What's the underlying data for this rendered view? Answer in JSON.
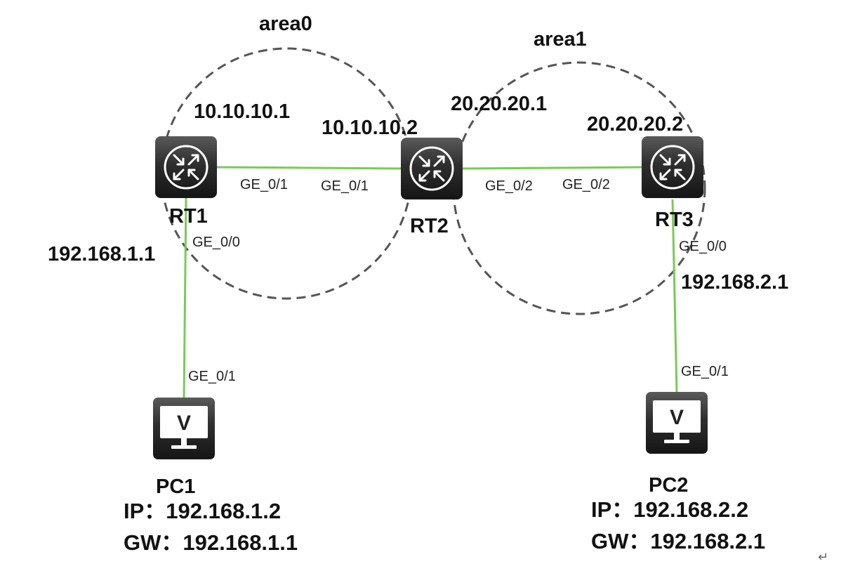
{
  "areas": {
    "area0": "area0",
    "area1": "area1"
  },
  "devices": {
    "rt1": {
      "name": "RT1",
      "icon": "router-icon"
    },
    "rt2": {
      "name": "RT2",
      "icon": "router-icon"
    },
    "rt3": {
      "name": "RT3",
      "icon": "router-icon"
    },
    "pc1": {
      "name": "PC1",
      "icon": "pc-monitor-icon",
      "screen_letter": "V",
      "ip": "IP：192.168.1.2",
      "gw": "GW：192.168.1.1"
    },
    "pc2": {
      "name": "PC2",
      "icon": "pc-monitor-icon",
      "screen_letter": "V",
      "ip": "IP：192.168.2.2",
      "gw": "GW：192.168.2.1"
    }
  },
  "addresses": {
    "rt1_to_rt2": "10.10.10.1",
    "rt2_to_rt1": "10.10.10.2",
    "rt2_to_rt3": "20.20.20.1",
    "rt3_to_rt2": "20.20.20.2",
    "rt1_lan": "192.168.1.1",
    "rt3_lan": "192.168.2.1"
  },
  "ports": {
    "rt1_to_rt2": "GE_0/1",
    "rt2_to_rt1": "GE_0/1",
    "rt2_to_rt3": "GE_0/2",
    "rt3_to_rt2": "GE_0/2",
    "rt1_lan": "GE_0/0",
    "rt3_lan": "GE_0/0",
    "pc1": "GE_0/1",
    "pc2": "GE_0/1"
  },
  "misc": {
    "return_mark": "↵"
  },
  "colors": {
    "link": "#77cc55",
    "area_border": "#555555",
    "device": "#2a2a2a"
  }
}
